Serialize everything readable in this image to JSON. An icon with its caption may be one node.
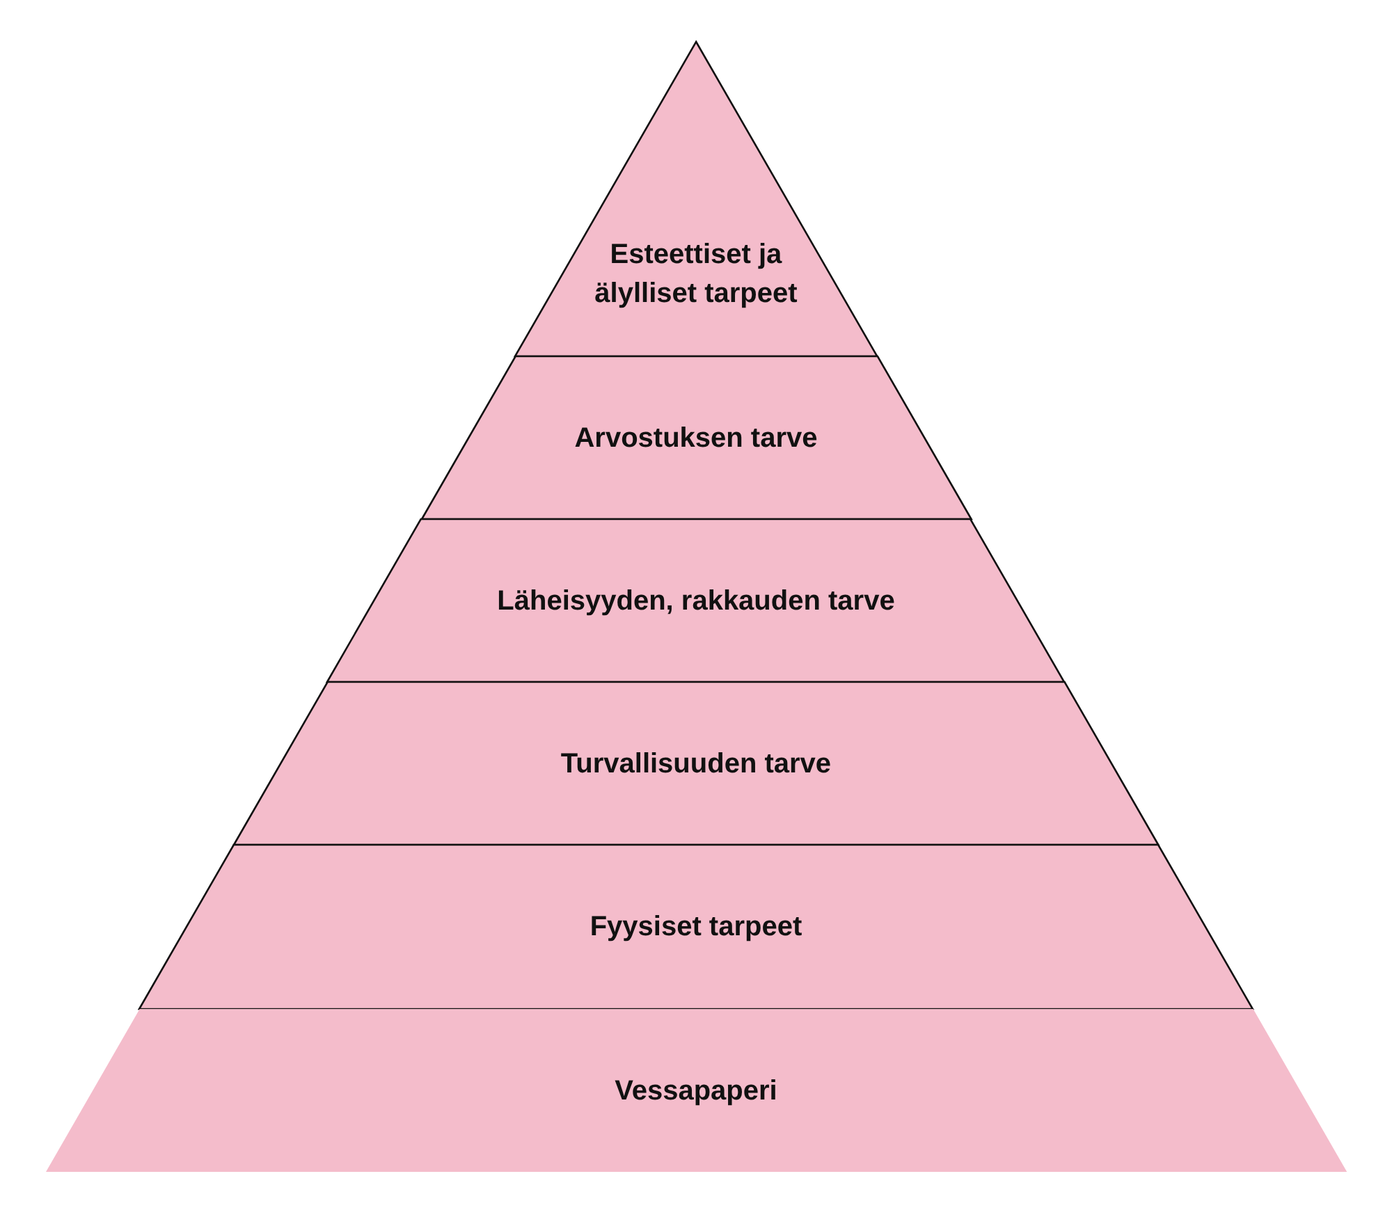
{
  "diagram": {
    "nodes": [
      {
        "text": [
          "Esteettiset ja älylliset tarpeet"
        ]
      },
      {
        "text": [
          "Arvostuksen tarve"
        ]
      },
      {
        "text": [
          "Läheisyyden, rakkauden tarve"
        ]
      },
      {
        "text": [
          "Turvallisuuden tarve"
        ]
      },
      {
        "text": [
          "Fyysiset tarpeet"
        ]
      },
      {
        "text": [
          "Vessapaperi"
        ]
      }
    ]
  }
}
